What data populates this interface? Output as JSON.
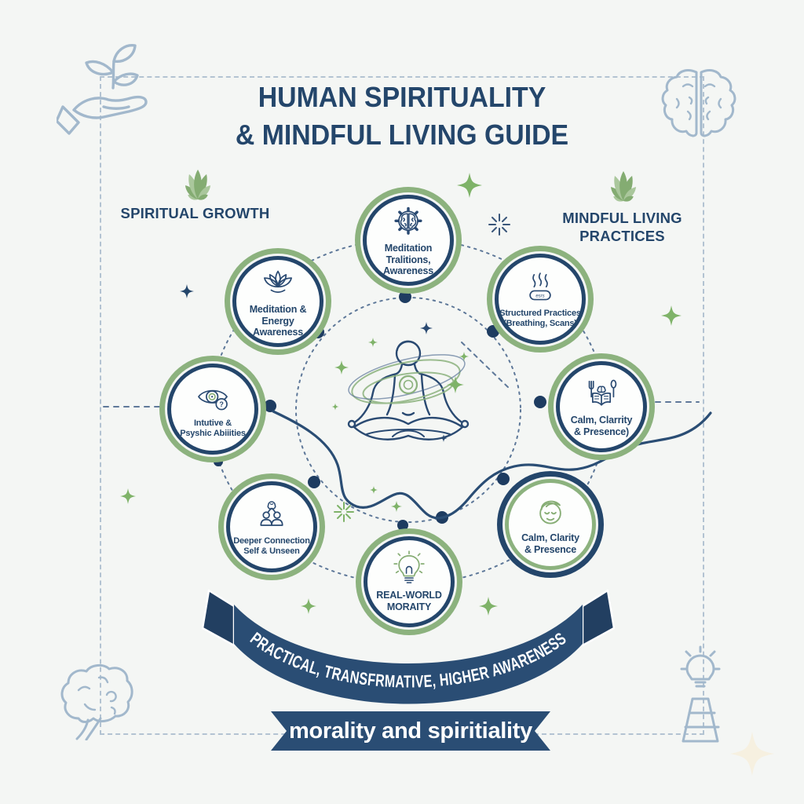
{
  "title": {
    "line1": "HUMAN SPIRITUALITY",
    "line2": "& MINDFUL LIVING GUIDE"
  },
  "sections": {
    "left": {
      "label": "SPIRITUAL GROWTH"
    },
    "right": {
      "line1": "MINDFUL LIVING",
      "line2": "PRACTICES"
    }
  },
  "nodes": [
    {
      "name": "meditation-traditions",
      "icon": "brain-gear-icon",
      "lines": [
        "Meditation",
        "Tralitions,",
        "Awareness"
      ]
    },
    {
      "name": "meditation-energy",
      "icon": "lotus-icon",
      "lines": [
        "Meditation &",
        "Energy",
        "Awareness"
      ]
    },
    {
      "name": "structured-practices",
      "icon": "breathing-icon",
      "icon_text": "esrs",
      "lines": [
        "Structured Practices",
        "(Breathing, Scans)"
      ]
    },
    {
      "name": "intuitive-psychic",
      "icon": "eye-question-icon",
      "icon_text": "?",
      "lines": [
        "Intutive &",
        "Psyshic Abiiities"
      ]
    },
    {
      "name": "calm-clarity-presence-right",
      "icon": "fork-book-spoon-icon",
      "lines": [
        "Calm, Clarrity",
        "& Presence)"
      ]
    },
    {
      "name": "deeper-connection",
      "icon": "people-connection-icon",
      "lines": [
        "Deeper Connection",
        "Self & Unseen"
      ]
    },
    {
      "name": "calm-clarity-presence-lower",
      "icon": "serene-face-icon",
      "lines": [
        "Calm, Clarity",
        "& Presence"
      ]
    },
    {
      "name": "real-world-morality",
      "icon": "lightbulb-icon",
      "lines": [
        "REAL-WORLD",
        "MORAITY"
      ]
    }
  ],
  "center": {
    "icon": "meditating-person-icon"
  },
  "ribbon": {
    "text": "PRACTICAL, TRANSFRMATIVE, HIGHER AWARENESS"
  },
  "footer_banner": {
    "text": "morality and spiritiality"
  },
  "decorations": {
    "corner_icons": [
      "hand-plant-icon",
      "brain-top-icon",
      "brain-side-icon",
      "bulb-pyramid-icon"
    ],
    "other": [
      "leaf-fan-icon",
      "sparkle-icon",
      "starburst-icon",
      "dotted-path",
      "connector-dots",
      "wavy-connector-line"
    ]
  },
  "colors": {
    "navy": "#24466b",
    "navy_dark": "#223f61",
    "ribbon_navy": "#2a4d74",
    "green": "#8cb27e",
    "leaf_green": "#84ac72",
    "leaf_green_light": "#aac79c",
    "sparkle_green": "#7fb369",
    "pale_blue": "#a2b8cc",
    "background": "#f4f6f4",
    "cream_star": "#f6f0e0",
    "white": "#ffffff"
  }
}
